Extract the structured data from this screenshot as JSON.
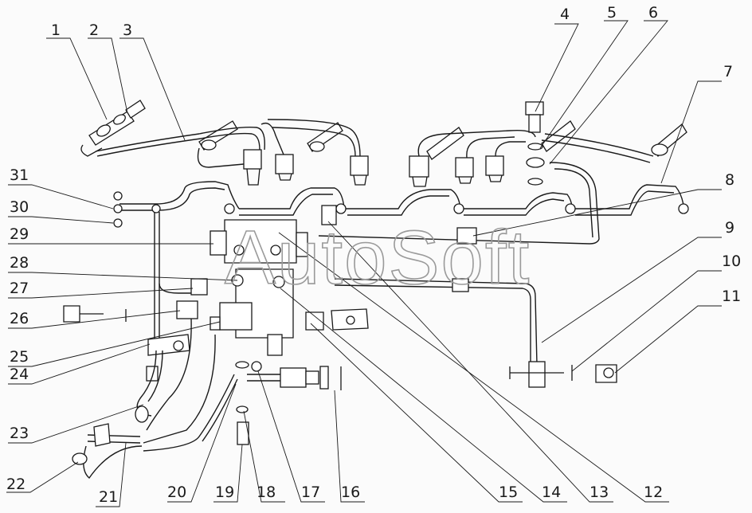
{
  "watermark": "AutoSoft",
  "callouts": [
    {
      "id": "1"
    },
    {
      "id": "2"
    },
    {
      "id": "3"
    },
    {
      "id": "4"
    },
    {
      "id": "5"
    },
    {
      "id": "6"
    },
    {
      "id": "7"
    },
    {
      "id": "8"
    },
    {
      "id": "9"
    },
    {
      "id": "10"
    },
    {
      "id": "11"
    },
    {
      "id": "12"
    },
    {
      "id": "13"
    },
    {
      "id": "14"
    },
    {
      "id": "15"
    },
    {
      "id": "16"
    },
    {
      "id": "17"
    },
    {
      "id": "18"
    },
    {
      "id": "19"
    },
    {
      "id": "20"
    },
    {
      "id": "21"
    },
    {
      "id": "22"
    },
    {
      "id": "23"
    },
    {
      "id": "24"
    },
    {
      "id": "25"
    },
    {
      "id": "26"
    },
    {
      "id": "27"
    },
    {
      "id": "28"
    },
    {
      "id": "29"
    },
    {
      "id": "30"
    },
    {
      "id": "31"
    }
  ]
}
